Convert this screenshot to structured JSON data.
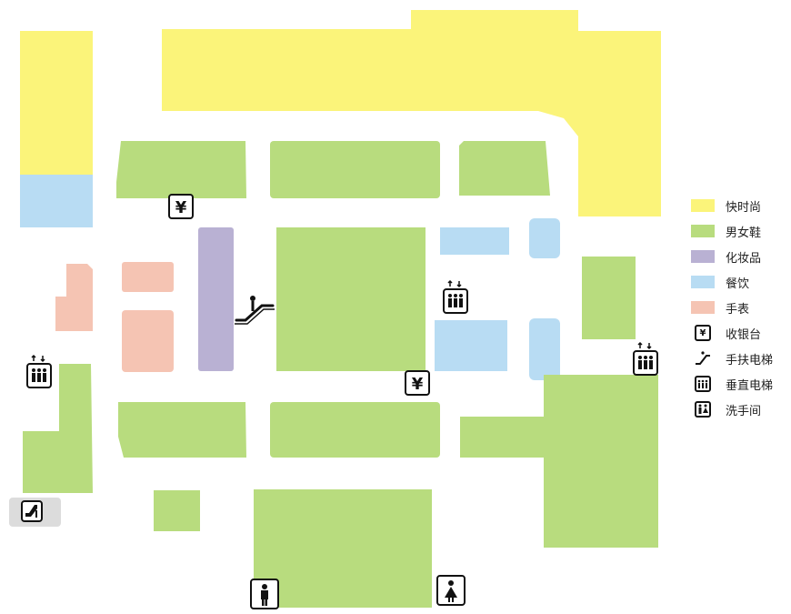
{
  "colors": {
    "fashion": "#fbf47a",
    "shoes": "#b8dc7e",
    "cosmetics": "#b9b1d3",
    "dining": "#b8dcf3",
    "watches": "#f5c4b3",
    "corridor": "#ececec",
    "icon": "#111111",
    "special": "#dcdcdc"
  },
  "icons": {
    "cashier": "yen-sign",
    "escalator": "escalator",
    "elevator": "elevator-people",
    "restroom": "restroom-person",
    "shoe_shop": "high-heel-shoe"
  },
  "legend": {
    "fashion": "快时尚",
    "shoes": "男女鞋",
    "cosmetics": "化妆品",
    "dining": "餐饮",
    "watches": "手表",
    "cashier": "收银台",
    "escalator": "手扶电梯",
    "elevator": "垂直电梯",
    "restroom": "洗手间"
  }
}
